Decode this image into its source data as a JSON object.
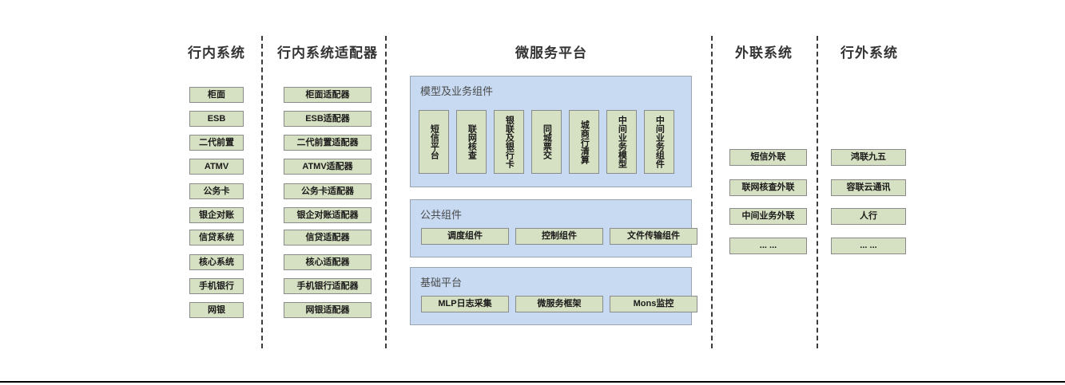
{
  "diagram": {
    "columns": [
      {
        "id": "in-bank-systems",
        "title": "行内系统",
        "items": [
          "柜面",
          "ESB",
          "二代前置",
          "ATMV",
          "公务卡",
          "银企对账",
          "信贷系统",
          "核心系统",
          "手机银行",
          "网银"
        ]
      },
      {
        "id": "in-bank-adapters",
        "title": "行内系统适配器",
        "items": [
          "柜面适配器",
          "ESB适配器",
          "二代前置适配器",
          "ATMV适配器",
          "公务卡适配器",
          "银企对账适配器",
          "信贷适配器",
          "核心适配器",
          "手机银行适配器",
          "网银适配器"
        ]
      },
      {
        "id": "microservice-platform",
        "title": "微服务平台",
        "panels": [
          {
            "id": "model-business-components",
            "label": "模型及业务组件",
            "items": [
              "短信平台",
              "联网核查",
              "银联及银行卡",
              "同城票交",
              "城商行清算",
              "中间业务模型",
              "中间业务组件"
            ]
          },
          {
            "id": "public-components",
            "label": "公共组件",
            "items": [
              "调度组件",
              "控制组件",
              "文件传输组件"
            ]
          },
          {
            "id": "base-platform",
            "label": "基础平台",
            "items": [
              "MLP日志采集",
              "微服务框架",
              "Mons监控"
            ]
          }
        ]
      },
      {
        "id": "external-link-systems",
        "title": "外联系统",
        "items": [
          "短信外联",
          "联网核查外联",
          "中间业务外联",
          "... ..."
        ]
      },
      {
        "id": "off-bank-systems",
        "title": "行外系统",
        "items": [
          "鸿联九五",
          "容联云通讯",
          "人行",
          "... ..."
        ]
      }
    ],
    "colors": {
      "node_fill": "#d6e0c2",
      "node_border": "#8a8a8a",
      "panel_fill": "#c7daf2",
      "panel_border": "#9aa4ae",
      "title_color": "#333333",
      "divider_color": "#3b3b3b"
    }
  }
}
